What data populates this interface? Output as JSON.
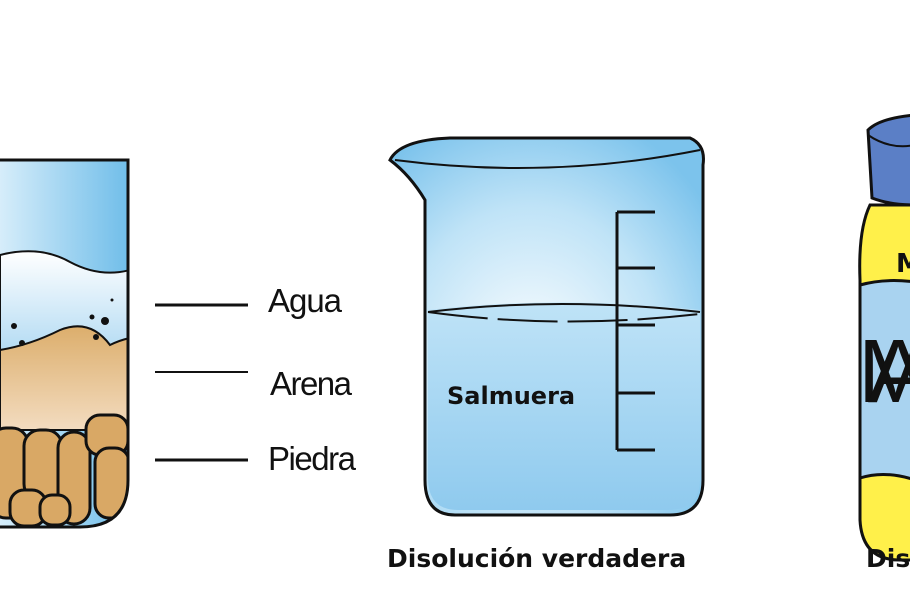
{
  "left_beaker": {
    "layers": [
      "Agua",
      "Arena",
      "Piedra"
    ]
  },
  "middle_beaker": {
    "content_label": "Salmuera",
    "caption": "Disolución verdadera"
  },
  "right_jar": {
    "label_top": "M",
    "label_main": "MA",
    "caption": "Dis"
  },
  "colors": {
    "water": "#7cc3ec",
    "sand": "#e2b87a",
    "stone": "#d9a865",
    "jar_yellow": "#fff04a",
    "jar_lid": "#5b7fc6",
    "jar_label": "#a9d3f0"
  }
}
